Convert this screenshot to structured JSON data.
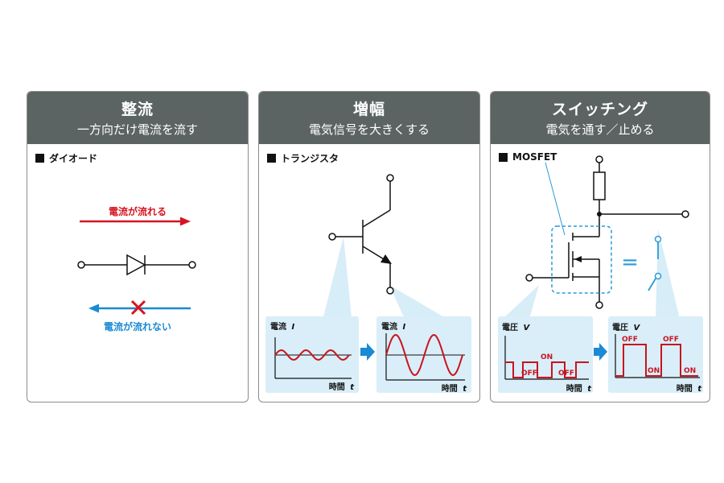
{
  "panels": [
    {
      "title": "整流",
      "subtitle": "一方向だけ電流を流す",
      "section": "ダイオード",
      "forward_label": "電流が流れる",
      "reverse_label": "電流が流れない"
    },
    {
      "title": "増幅",
      "subtitle": "電気信号を大きくする",
      "section": "トランジスタ",
      "graph_left": {
        "ylabel": "電流",
        "yvar": "I",
        "xlabel": "時間",
        "xvar": "t"
      },
      "graph_right": {
        "ylabel": "電流",
        "yvar": "I",
        "xlabel": "時間",
        "xvar": "t"
      }
    },
    {
      "title": "スイッチング",
      "subtitle": "電気を通す／止める",
      "section": "MOSFET",
      "equals": "=",
      "graph_left": {
        "ylabel": "電圧",
        "yvar": "V",
        "xlabel": "時間",
        "xvar": "t",
        "off1": "OFF",
        "on1": "ON",
        "off2": "OFF"
      },
      "graph_right": {
        "ylabel": "電圧",
        "yvar": "V",
        "xlabel": "時間",
        "xvar": "t",
        "off1": "OFF",
        "on1": "ON",
        "off2": "OFF",
        "on2": "ON"
      }
    }
  ],
  "colors": {
    "header": "#5b6463",
    "forward": "#d7141f",
    "reverse": "#1a8ad4",
    "graph_bg": "#d9eef8",
    "signal": "#c8141e",
    "mosfet_box": "#2a9ad8"
  }
}
